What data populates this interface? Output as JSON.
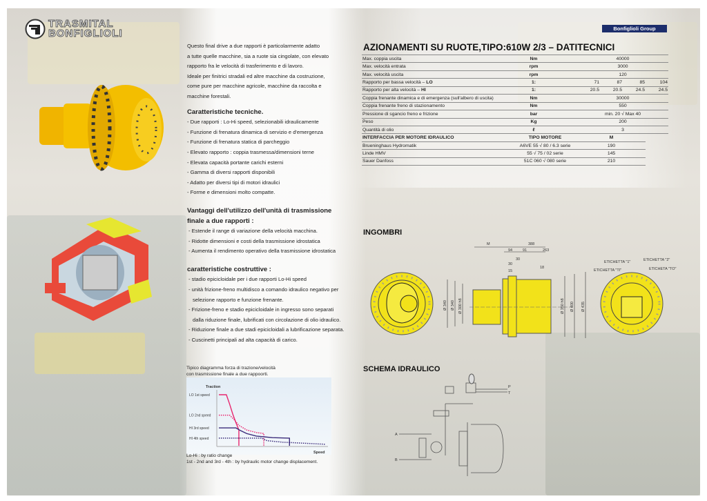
{
  "brand": {
    "logo_line1": "TRASMITAL",
    "logo_line2": "BONFIGLIOLI",
    "group_badge": "Bonfiglioli Group"
  },
  "intro": [
    "Questo final drive a due rapporti è particolarmente adatto",
    "a tutte quelle macchine, sia a ruote sia cingolate, con elevato",
    "rapporto fra le velocità di trasferimento e di lavoro.",
    "Ideale per finitrici stradali ed altre macchine da costruzione,",
    "come pure per macchine agricole, macchine da raccolta e",
    "macchine forestali."
  ],
  "tech": {
    "heading": "Caratteristiche tecniche.",
    "items": [
      "- Due rapporti : Lo-Hi speed, selezionabili idraulicamente",
      "- Funzione di frenatura dinamica di servizio e  d'emergenza",
      "- Funzione di frenatura statica di parcheggio",
      "- Elevato rapporto : coppia trasmessa/dimensioni  terne",
      "- Elevata capacità portante carichi esterni",
      "- Gamma di diversi rapporti disponibili",
      "- Adatto per diversi tipi di motori idraulici",
      "- Forme e dimensioni molto compatte."
    ]
  },
  "advantages": {
    "heading": "Vantaggi dell'utilizzo dell'unità di trasmissione finale a due rapporti :",
    "items": [
      "- Estende il range di variazione della velocità macchina.",
      "- Ridotte dimensioni e costi della trasmissione idrostatica",
      "- Aumenta il rendimento operativo della trasmissione idrostatica"
    ]
  },
  "construction": {
    "heading": "caratteristiche costruttive :",
    "items": [
      "- stadio epicicloidale per i due rapporti Lo-Hi speed",
      "- unità frizione-freno multidisco  a comando idraulico negativo per selezione rapporto e funzione frenante.",
      "- Frizione-freno e stadio epicicloidale in ingresso sono separati dalla riduzione finale, lubrificati con circolazione di olio idraulico.",
      "- Riduzione finale a due stadi epicicloidali a lubrificazione separata.",
      "- Cuscinetti principali ad alta capacità di carico."
    ]
  },
  "chart_caption": [
    "Tipico diagramma forza di trazione/velocità",
    "con trasmissione finale a due rappoorti."
  ],
  "chart_notes": [
    "Lo-Hi : by ratio change",
    "1st - 2nd and 3rd - 4th : by hydraulic motor change displacement."
  ],
  "chart_data": {
    "type": "line",
    "title": "Tipico diagramma forza di trazione/velocità",
    "xlabel": "Speed",
    "ylabel": "Traction",
    "ytick_labels": [
      "LO 1st speed",
      "LO 2nd speed",
      "HI 3rd speed",
      "HI 4th speed"
    ],
    "xlim": [
      0,
      100
    ],
    "ylim": [
      0,
      100
    ],
    "grid": false,
    "series": [
      {
        "name": "LO 1st speed",
        "color": "#e8266e",
        "style": "solid",
        "points": [
          [
            0,
            100
          ],
          [
            7,
            100
          ],
          [
            10,
            82
          ],
          [
            13,
            62
          ],
          [
            16,
            45
          ],
          [
            18.7,
            31
          ],
          [
            18.7,
            0
          ]
        ]
      },
      {
        "name": "LO 2nd speed",
        "color": "#e8266e",
        "style": "dotted",
        "points": [
          [
            0,
            60
          ],
          [
            10,
            60
          ],
          [
            14,
            52
          ],
          [
            18.7,
            40
          ],
          [
            26,
            31
          ],
          [
            35,
            26
          ],
          [
            42,
            24
          ],
          [
            42,
            0
          ]
        ]
      },
      {
        "name": "HI 3rd speed",
        "color": "#3a2a7a",
        "style": "solid",
        "points": [
          [
            0,
            35
          ],
          [
            16,
            35
          ],
          [
            20,
            30
          ],
          [
            26,
            24
          ],
          [
            35,
            19
          ],
          [
            50,
            16
          ],
          [
            66,
            15
          ],
          [
            66,
            0
          ]
        ]
      },
      {
        "name": "HI 4th speed",
        "color": "#3a2a7a",
        "style": "dotted",
        "points": [
          [
            0,
            15
          ],
          [
            40,
            15
          ],
          [
            45,
            10
          ],
          [
            60,
            7
          ],
          [
            80,
            5
          ],
          [
            99,
            3
          ]
        ]
      }
    ]
  },
  "specs": {
    "title": "AZIONAMENTI SU RUOTE,TIPO:610W 2/3 – DATITECNICI",
    "rows": [
      {
        "label": "Max. coppia uscita",
        "unit": "Nm",
        "values": [
          "40000"
        ]
      },
      {
        "label": "Max. velocità entrata",
        "unit": "rpm",
        "values": [
          "3000"
        ]
      },
      {
        "label": "Max. velocità uscita",
        "unit": "rpm",
        "values": [
          "120"
        ]
      },
      {
        "label": "Rapporto per bassa velocità – ",
        "label_bold": "LO",
        "unit": "1:",
        "values": [
          "71",
          "87",
          "85",
          "104"
        ]
      },
      {
        "label": "Rapporto per alta velocità – ",
        "label_bold": "HI",
        "unit": "1:",
        "values": [
          "20.5",
          "20.5",
          "24.5",
          "24.5"
        ]
      },
      {
        "label": "Coppia frenante dinamica e di emergenza (sull'albero di uscita)",
        "unit": "Nm",
        "values": [
          "30000"
        ]
      },
      {
        "label": "Coppia frenante freno di stazionamento",
        "unit": "Nm",
        "values": [
          "550"
        ]
      },
      {
        "label": "Pressione di sgancio freno e frizione",
        "unit": "bar",
        "values": [
          "min. 20 √ Max 40"
        ]
      },
      {
        "label": "Peso",
        "unit": "Kg",
        "values": [
          "200"
        ]
      },
      {
        "label": "Quantità di olio",
        "unit": "ℓ",
        "values": [
          "3"
        ]
      }
    ],
    "motor_header": {
      "label": "INTERFACCIA PER MOTORE IDRAULICO",
      "type": "TIPO MOTORE",
      "m": "M"
    },
    "motors": [
      {
        "label": "Brueninghaus Hydromatik",
        "type": "A6VE 55 √ 80 / 6.3 serie",
        "m": "190"
      },
      {
        "label": "Linde HMV",
        "type": "55 √ 75 / 02 serie",
        "m": "145"
      },
      {
        "label": "Sauer Danfoss",
        "type": "51C 060 √ 080 serie",
        "m": "210"
      }
    ]
  },
  "ingombri": {
    "title": "INGOMBRI",
    "dims": {
      "m": "M",
      "total": "388",
      "d94": "94",
      "d91": "91",
      "d263": "263",
      "d30a": "30",
      "d30b": "30",
      "d15": "15",
      "d18": "18",
      "d340a": "Ø 340",
      "d340b": "Ø 340",
      "d300": "Ø 300 h8",
      "d350": "Ø 350 h8",
      "d400": "Ø 400",
      "d435": "Ø 435"
    },
    "labels": [
      "ETICHETTA \"1\"",
      "ETICHETTA \"2\"",
      "ETICHETTA \"TI\"",
      "ETICHETA \"TO\""
    ]
  },
  "schema": {
    "title": "SCHEMA IDRAULICO",
    "ports": [
      "P",
      "T",
      "A",
      "B"
    ]
  },
  "colors": {
    "yellow": "#f2e21a",
    "accent_pink": "#e8266e",
    "navy": "#1c2d6b"
  }
}
